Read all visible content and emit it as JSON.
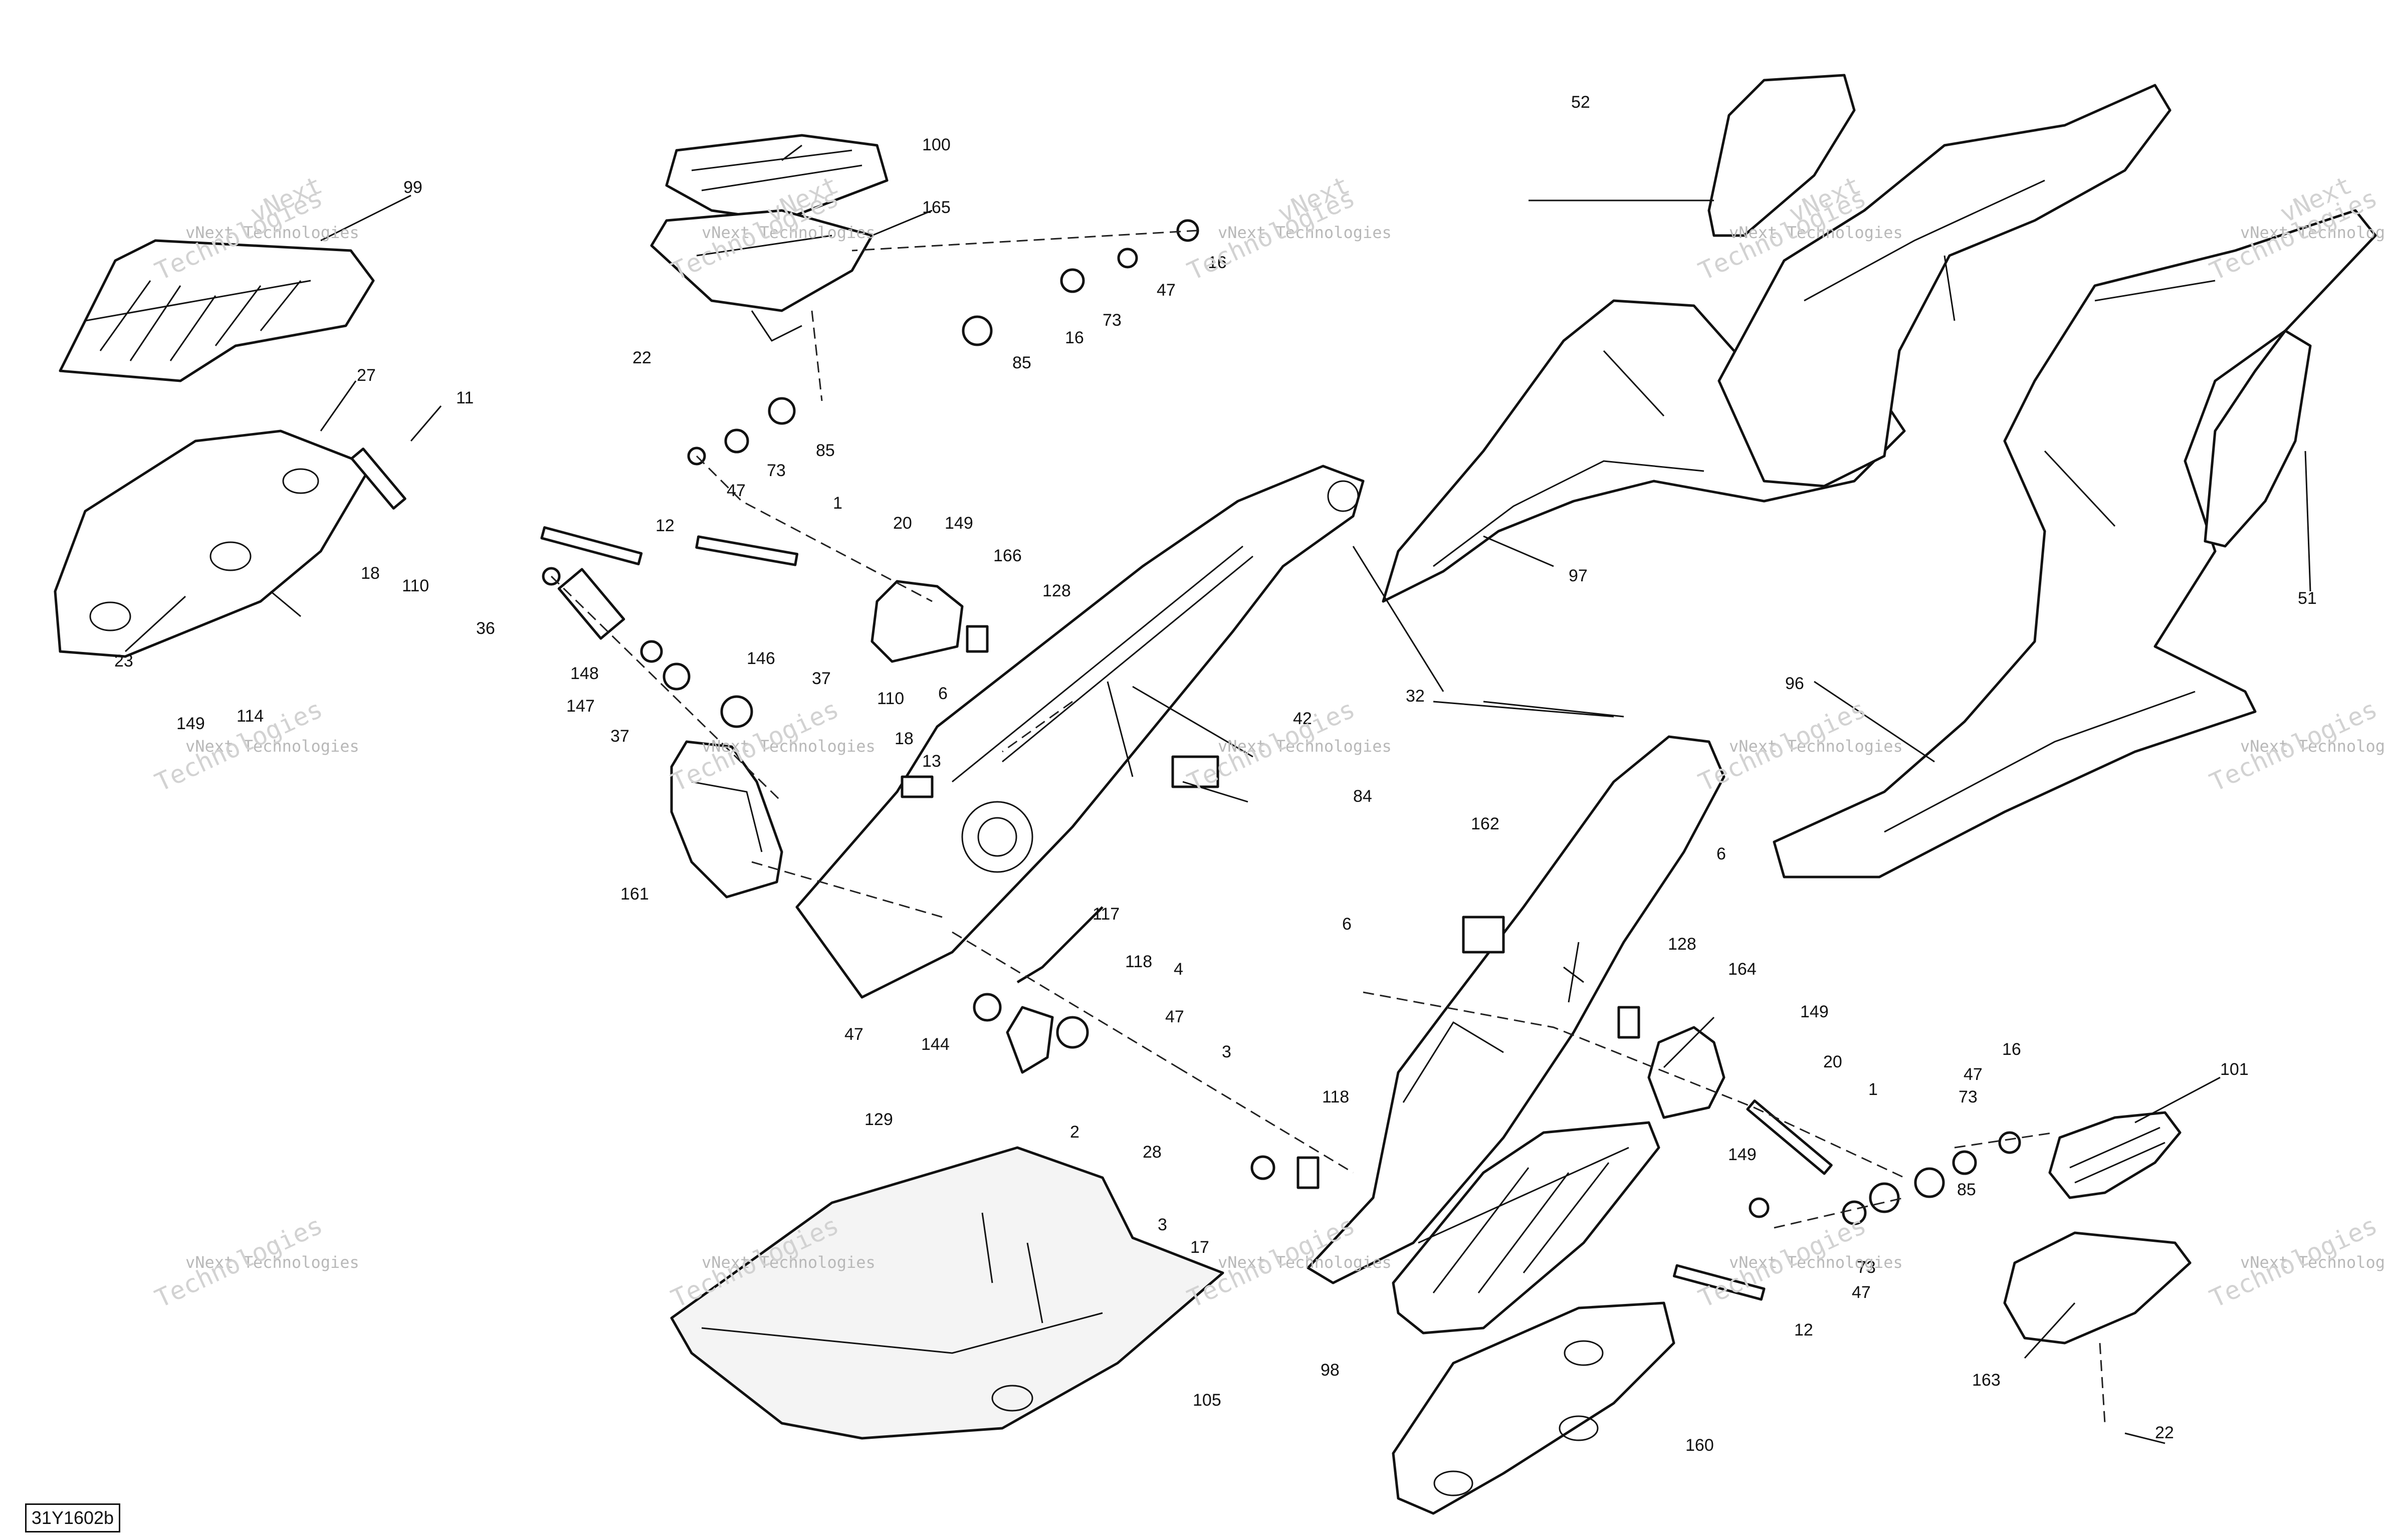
{
  "drawing_code": "31Y1602b",
  "watermark": {
    "line1": "vNext Technologies",
    "line2": "vNext",
    "line3": "Technologies"
  },
  "callouts": [
    "99",
    "27",
    "11",
    "23",
    "18",
    "149",
    "114",
    "110",
    "36",
    "12",
    "148",
    "147",
    "37",
    "146",
    "1",
    "20",
    "149",
    "166",
    "128",
    "6",
    "42",
    "37",
    "110",
    "18",
    "13",
    "161",
    "100",
    "165",
    "22",
    "85",
    "16",
    "73",
    "47",
    "16",
    "85",
    "73",
    "47",
    "52",
    "97",
    "32",
    "51",
    "96",
    "6",
    "162",
    "84",
    "6",
    "128",
    "164",
    "149",
    "20",
    "1",
    "118",
    "117",
    "4",
    "47",
    "144",
    "47",
    "129",
    "2",
    "3",
    "28",
    "118",
    "3",
    "17",
    "105",
    "98",
    "160",
    "149",
    "73",
    "47",
    "16",
    "101",
    "85",
    "73",
    "47",
    "12",
    "163",
    "22"
  ],
  "colors": {
    "line": "#111111",
    "watermark": "#b8b8b8",
    "background": "#ffffff"
  }
}
